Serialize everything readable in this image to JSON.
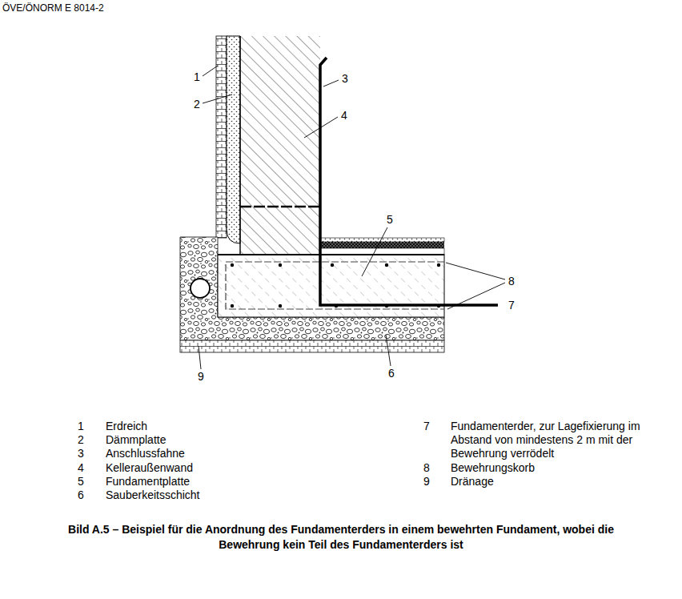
{
  "diagram": {
    "caption": "Bild A.5 – Beispiel für die Anordnung des Fundamenterders in einem bewehrten Fundament, wobei die Bewehrung kein Teil des Fundamenterders ist",
    "labels": [
      "ÖVE/ÖNORM E 8014-2",
      "1",
      "2",
      "3",
      "4",
      "5",
      "8",
      "7",
      "9",
      "6",
      "1",
      "Erdreich",
      "2",
      "Dämmplatte",
      "3",
      "Anschlussfahne",
      "4",
      "Kelleraußenwand",
      "5",
      "Fundamentplatte",
      "6",
      "Sauberkeitsschicht",
      "7",
      "Fundamenterder, zur Lagefixierung im Abstand von mindestens 2 m mit der Bewehrung verrödelt",
      "8",
      "Bewehrungskorb",
      "9",
      "Dränage"
    ]
  }
}
